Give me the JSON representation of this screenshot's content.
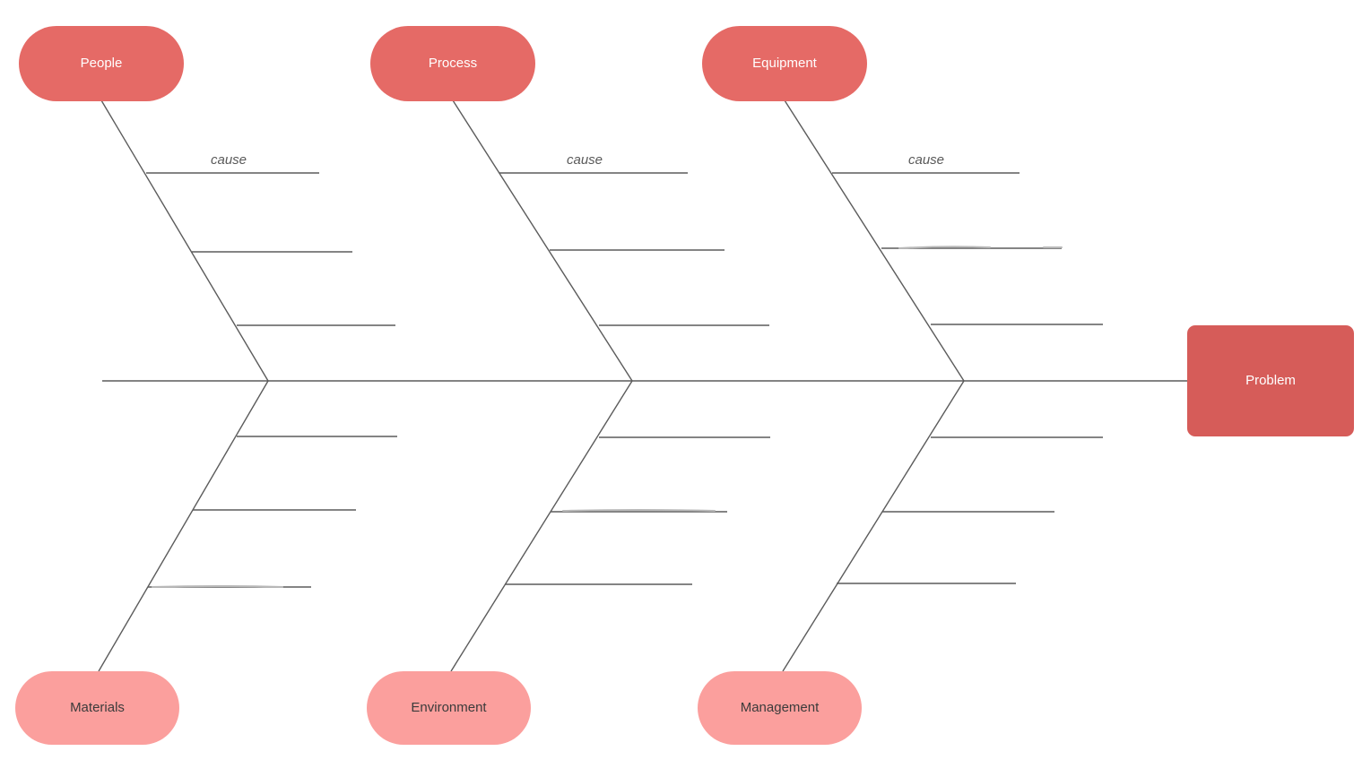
{
  "diagram": {
    "type": "fishbone-cause-effect",
    "problem": {
      "label": "Problem"
    },
    "cause_label": "cause",
    "top_categories": [
      {
        "label": "People"
      },
      {
        "label": "Process"
      },
      {
        "label": "Equipment"
      }
    ],
    "bottom_categories": [
      {
        "label": "Materials"
      },
      {
        "label": "Environment"
      },
      {
        "label": "Management"
      }
    ],
    "colors": {
      "background": "#ffffff",
      "top_category_fill": "#e56a66",
      "bottom_category_fill": "#fb9f9d",
      "problem_fill": "#d65c59",
      "line": "#5b5b5b",
      "freehand_line": "#b9b9b9",
      "category_text_light": "#ffffff",
      "category_text_dark": "#3b3b3b",
      "cause_text": "#595959"
    }
  }
}
